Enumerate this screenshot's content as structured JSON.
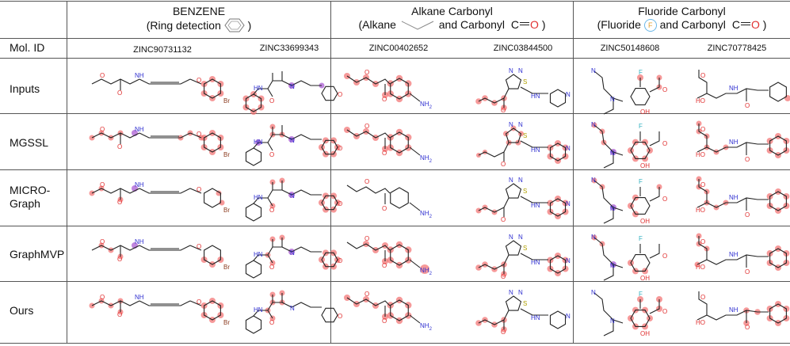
{
  "columns": [
    {
      "title": "BENZENE",
      "subtitle_pre": "(Ring detection",
      "subtitle_post": ")",
      "icon": "benzene-ring-icon"
    },
    {
      "title": "Alkane Carbonyl",
      "subtitle_pre": "(Alkane",
      "subtitle_mid": "and Carbonyl",
      "carbonyl_label": "C",
      "carbonyl_o": "O",
      "subtitle_post": ")",
      "icon": "alkane-zigzag-icon"
    },
    {
      "title": "Fluoride Carbonyl",
      "subtitle_pre": "(Fluoride",
      "fluoride_label": "F",
      "subtitle_mid": "and Carbonyl",
      "carbonyl_label": "C",
      "carbonyl_o": "O",
      "subtitle_post": ")",
      "icon": "fluoride-atom-icon"
    }
  ],
  "mol_id_label": "Mol. ID",
  "mol_ids": [
    "ZINC90731132",
    "ZINC33699343",
    "ZINC00402652",
    "ZINC03844500",
    "ZINC50148608",
    "ZINC70778425"
  ],
  "rows": [
    {
      "label": "Inputs"
    },
    {
      "label": "MGSSL"
    },
    {
      "label": "MICRO-",
      "label2": "Graph"
    },
    {
      "label": "GraphMVP"
    },
    {
      "label": "Ours"
    }
  ],
  "atom_labels": {
    "br": "Br",
    "nh2": "NH",
    "nh2_sub": "2",
    "hn": "HN",
    "oh": "OH",
    "ho": "HO",
    "o": "O",
    "n": "N",
    "s": "S",
    "f": "F",
    "nh": "NH"
  },
  "colors": {
    "highlight": "#f26d6d",
    "purple": "#b066d6",
    "oxygen": "#e03030",
    "nitrogen": "#3030d0",
    "fluorine": "#30b0c0",
    "bromine": "#8b3a1e",
    "sulfur": "#b0a000"
  }
}
